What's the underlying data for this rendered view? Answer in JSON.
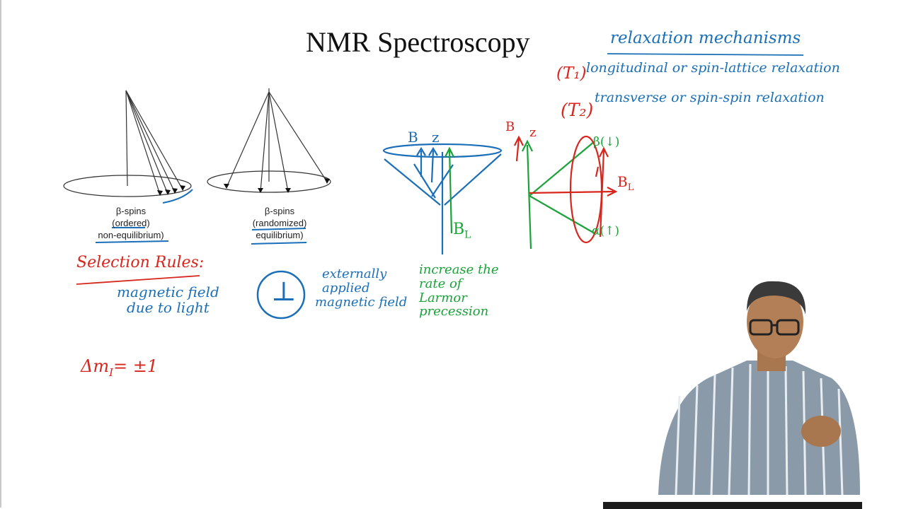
{
  "slide": {
    "title": "NMR Spectroscopy"
  },
  "figures": {
    "ordered": {
      "lines": [
        "β-spins",
        "(ordered)",
        "non-equilibrium)"
      ]
    },
    "randomized": {
      "lines": [
        "β-spins",
        "(randomized)",
        "equilibrium)"
      ]
    }
  },
  "annotations": {
    "relaxation_heading": "relaxation mechanisms",
    "t1_label": "(T₁)",
    "t1_text": "longitudinal or spin-lattice relaxation",
    "t2_label": "(T₂)",
    "t2_text": "transverse or spin-spin relaxation",
    "selection_rules": "Selection Rules:",
    "magnetic_field": [
      "magnetic field",
      "due to light"
    ],
    "perp_symbol": "⊥",
    "externally_applied": [
      "externally",
      "applied",
      "magnetic field"
    ],
    "increase_rate": [
      "increase the",
      "rate of",
      "Larmor",
      "precession"
    ],
    "delta_rule": "Δm",
    "delta_sub": "I",
    "delta_value": "= ±1",
    "diagram_left_b": "B",
    "diagram_left_z": "z",
    "diagram_left_b0": "B",
    "diagram_left_b0_sub": "L",
    "diagram_right_b": "B",
    "diagram_right_z": "z",
    "diagram_right_beta": "β(↓)",
    "diagram_right_alpha": "α(↑)",
    "diagram_right_b1": "B",
    "diagram_right_b1_sub": "L"
  },
  "colors": {
    "red": "#d7261e",
    "blue": "#1a6fb8",
    "green": "#1ba33a"
  },
  "presenter": {
    "description_icon": "presenter-figure"
  }
}
